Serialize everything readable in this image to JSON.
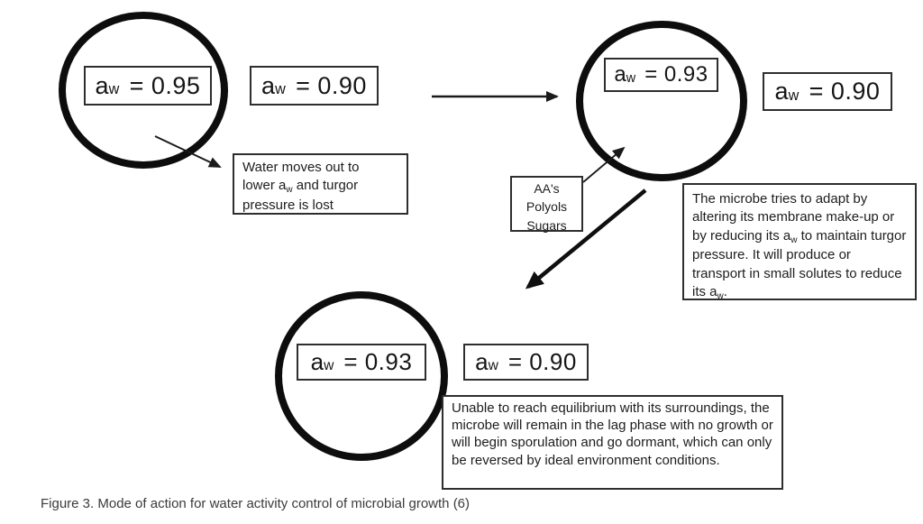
{
  "figure": {
    "caption": "Figure 3. Mode of action for water activity control of microbial growth (6)"
  },
  "colors": {
    "ink": "#1f1f1f",
    "circle_stroke": "#0d0d0d",
    "background": "#ffffff"
  },
  "stage1": {
    "cell_aw": {
      "sym": "a",
      "sub": "w",
      "val": "= 0.95"
    },
    "env_aw": {
      "sym": "a",
      "sub": "w",
      "val": "= 0.90"
    },
    "note": {
      "line1": "Water moves out to",
      "line2_pre": "lower a",
      "line2_sub": "w",
      "line2_post": " and turgor",
      "line3": "pressure is lost"
    }
  },
  "stage2": {
    "cell_aw": {
      "sym": "a",
      "sub": "w",
      "val": "= 0.93"
    },
    "env_aw": {
      "sym": "a",
      "sub": "w",
      "val": "= 0.90"
    },
    "solutes": {
      "line1": "AA's",
      "line2": "Polyols",
      "line3": "Sugars"
    },
    "note": {
      "seg1": "The microbe tries to adapt by altering its membrane make-up or by reducing its a",
      "sub1": "w",
      "seg2": " to maintain turgor pressure. It will produce or transport in small solutes to reduce its a",
      "sub2": "w",
      "seg3": "."
    }
  },
  "stage3": {
    "cell_aw": {
      "sym": "a",
      "sub": "w",
      "val": "= 0.93"
    },
    "env_aw": {
      "sym": "a",
      "sub": "w",
      "val": "= 0.90"
    },
    "note": "Unable to reach equilibrium  with  its surroundings, the microbe will remain in the lag phase with no growth or will begin sporulation and go dormant, which can only be reversed by ideal environment conditions."
  }
}
